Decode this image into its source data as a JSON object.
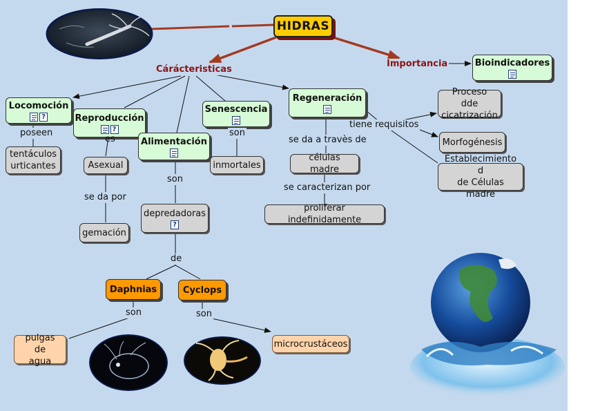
{
  "colors": {
    "background": "#c5d9ee",
    "root_fill": "#ffcc00",
    "green_node": "#d6fbd6",
    "gray_node": "#d4d4d4",
    "orange_node": "#ff9900",
    "peach_node": "#ffd4aa",
    "accent_arrow": "#a33a20",
    "red_label": "#8b1414"
  },
  "concepts": {
    "root": "HIDRAS",
    "importancia": "Importancia",
    "bioindicadores": "Bioindicadores",
    "caracteristicas": "Cárácteristicas",
    "locomocion": "Locomoción",
    "reproduccion": "Reproducción",
    "alimentacion": "Alimentación",
    "senescencia": "Senescencia",
    "regeneracion": "Regeneración",
    "tentaculos_1": "tentáculos",
    "tentaculos_2": "urticantes",
    "asexual": "Asexual",
    "gemacion": "gemación",
    "depredadoras": "depredadoras",
    "inmortales": "inmortales",
    "celulas_madre": "células madre",
    "proliferar": "proliferar indefinidamente",
    "proceso_1": "Proceso dde",
    "proceso_2": "cicatrización",
    "morfogenesis": "Morfogénesis",
    "establecimiento_1": "Establecimiento d",
    "establecimiento_2": "de Células madre",
    "daphnias": "Daphnias",
    "cyclops": "Cyclops",
    "pulgas_1": "pulgas de",
    "pulgas_2": "agua",
    "microcrustaceos": "microcrustáceos"
  },
  "links": {
    "poseen": "poseen",
    "es": "es",
    "se_da_por": "se da por",
    "son_alimentacion": "son",
    "son_senescencia": "son",
    "de": "de",
    "son_daphnias": "son",
    "son_cyclops": "son",
    "se_da_traves": "se da a travès de",
    "se_caracterizan": "se caracterizan por",
    "tiene_requisitos": "tiene requisitos"
  },
  "icons": {
    "document": "document-icon",
    "question": "question-icon",
    "question_glyph": "?"
  }
}
